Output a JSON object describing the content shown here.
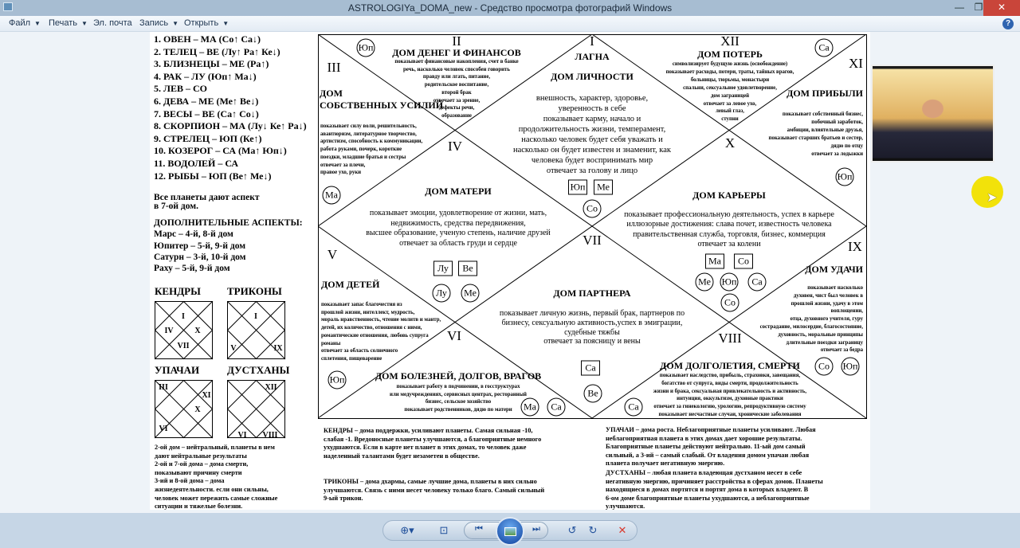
{
  "window": {
    "title": "ASTROLOGIYa_DOMA_new - Средство просмотра фотографий Windows",
    "minimize": "—",
    "maximize": "❐",
    "close": "✕",
    "help": "?"
  },
  "menu": [
    {
      "label": "Файл",
      "dropdown": true
    },
    {
      "label": "Печать",
      "dropdown": true
    },
    {
      "label": "Эл. почта",
      "dropdown": false
    },
    {
      "label": "Запись",
      "dropdown": true
    },
    {
      "label": "Открыть",
      "dropdown": true
    }
  ],
  "signs": [
    "1. ОВЕН   –    МА (Со↑ Са↓)",
    "2. ТЕЛЕЦ   –    ВЕ (Лу↑ Ра↑ Ке↓)",
    "3. БЛИЗНЕЦЫ – МЕ (Ра↑)",
    "4. РАК   –    ЛУ (Юп↑ Ма↓)",
    "5. ЛЕВ   –    СО",
    "6. ДЕВА –    МЕ (Ме↑ Ве↓)",
    "7. ВЕСЫ    – ВЕ (Са↑ Со↓)",
    "8. СКОРПИОН  – МА (Лу↓ Ке↑ Ра↓)",
    "9. СТРЕЛЕЦ    – ЮП (Ке↑)",
    "10. КОЗЕРОГ   – СА (Ма↑ Юп↓)",
    "11. ВОДОЛЕЙ  – СА",
    "12. РЫБЫ     – ЮП (Ве↑ Ме↓)"
  ],
  "aspects": {
    "all": [
      "Все планеты дают аспект",
      "в 7-ой дом."
    ],
    "extra_title": "ДОПОЛНИТЕЛЬНЫЕ АСПЕКТЫ:",
    "extra": [
      "Марс – 4-й, 8-й дом",
      "Юпитер – 5-й, 9-й дом",
      "Сатурн – 3-й, 10-й дом",
      "Раху – 5-й, 9-й дом"
    ]
  },
  "mini_charts": [
    {
      "title": "КЕНДРЫ",
      "labels": [
        "I",
        "IV",
        "X",
        "VII"
      ]
    },
    {
      "title": "ТРИКОНЫ",
      "labels": [
        "I",
        "V",
        "IX"
      ]
    },
    {
      "title": "УПАЧАИ",
      "labels": [
        "III",
        "XI",
        "X",
        "VI"
      ]
    },
    {
      "title": "ДУСТХАНЫ",
      "labels": [
        "XII",
        "VI",
        "VIII"
      ]
    }
  ],
  "left_notes": [
    "2-ой дом – нейтральный, планеты в нем",
    "дают нейтральные результаты",
    "2-ой и 7-ой дома – дома смерти,",
    "показывают причину смерти",
    "3-ий и 8-ой дома – дома",
    "жизнедеятельности. если они сильны,",
    "человек может пережить самые сложные",
    "ситуации и тяжелые болезни."
  ],
  "houses": [
    {
      "id": "I",
      "numeral": "I",
      "titles": [
        "ЛАГНА",
        "ДОМ ЛИЧНОСТИ"
      ],
      "desc": [
        "внешность, характер, здоровье,",
        "уверенность в себе",
        "показывает карму, начало и",
        "продолжительность жизни, темперамент,",
        "насколько человек будет себя уважать и",
        "насколько он будет известен и знаменит, как",
        "человека будет воспринимать мир",
        "отвечает за голову и лицо"
      ],
      "planets": [
        {
          "name": "Юп",
          "shape": "box"
        },
        {
          "name": "Ме",
          "shape": "box"
        },
        {
          "name": "Со",
          "shape": "circle"
        }
      ]
    },
    {
      "id": "II",
      "numeral": "II",
      "titles": [
        "ДОМ ДЕНЕГ И ФИНАНСОВ"
      ],
      "desc": [
        "показывает финансовые накопления, счет в банке",
        "речь, насколько человек способен говорить",
        "правду или лгать, питание,",
        "родительское воспитание,",
        "второй брак",
        "отвечает за зрение,",
        "дефекты речи,",
        "образование"
      ],
      "planets": [
        {
          "name": "Юп",
          "shape": "circle"
        }
      ]
    },
    {
      "id": "III",
      "numeral": "III",
      "titles": [
        "ДОМ",
        "СОБСТВЕННЫХ УСИЛИЙ"
      ],
      "desc": [
        "показывает силу воли, решительность,",
        "авантюризм, литературное творчество,",
        "артистизм, способность к коммуникации,",
        "работа руками, почерк, короткие",
        "поездки, младшие братья и сестры",
        "отвечает за плечи,",
        "правое ухо, руки"
      ],
      "planets": [
        {
          "name": "Ма",
          "shape": "circle"
        }
      ]
    },
    {
      "id": "IV",
      "numeral": "IV",
      "titles": [
        "ДОМ МАТЕРИ"
      ],
      "desc": [
        "показывает эмоции, удовлетворение от жизни, мать,",
        "недвижимость, средства передвижения,",
        "высшее образование, ученую степень, наличие друзей",
        "отвечает за область груди и сердце"
      ],
      "planets": [
        {
          "name": "Лу",
          "shape": "box"
        },
        {
          "name": "Ве",
          "shape": "box"
        },
        {
          "name": "Лу",
          "shape": "circle"
        },
        {
          "name": "Ме",
          "shape": "circle"
        }
      ]
    },
    {
      "id": "V",
      "numeral": "V",
      "titles": [
        "ДОМ ДЕТЕЙ"
      ],
      "desc": [
        "показывает запас благочестия из",
        "прошлой жизни, интеллект, мудрость,",
        "мораль нравственность, чтение молитв и мантр,",
        "детей, их количество, отношения с ними,",
        "романтические отношения, любовь супруга",
        "романы",
        "отвечает за область солнечного",
        "сплетения, пищеварение"
      ],
      "planets": [
        {
          "name": "Юп",
          "shape": "circle"
        }
      ]
    },
    {
      "id": "VI",
      "numeral": "VI",
      "titles": [
        "ДОМ БОЛЕЗНЕЙ, ДОЛГОВ, ВРАГОВ"
      ],
      "desc": [
        "показывает работу в подчинении, в госструктурах",
        "или медучреждениях, сервисных центрах, ресторанный",
        "бизнес, сельское хозяйство",
        "показывает родственников, дядю по матери"
      ],
      "planets": [
        {
          "name": "Ма",
          "shape": "circle"
        },
        {
          "name": "Са",
          "shape": "circle"
        }
      ]
    },
    {
      "id": "VII",
      "numeral": "VII",
      "titles": [
        "ДОМ ПАРТНЕРА"
      ],
      "desc": [
        "показывает личную жизнь, первый брак, партнеров по",
        "бизнесу, сексуальную активность,успех в эмиграции,",
        "судебные тяжбы",
        "отвечает за поясницу и вены"
      ],
      "planets": [
        {
          "name": "Са",
          "shape": "box"
        },
        {
          "name": "Ве",
          "shape": "circle"
        }
      ]
    },
    {
      "id": "VIII",
      "numeral": "VIII",
      "titles": [
        "ДОМ ДОЛГОЛЕТИЯ, СМЕРТИ"
      ],
      "desc": [
        "показывает наследство, прибыль, страховки, завещания,",
        "богатство от супруга,  виды смерти, продолжительность",
        "жизни и брака, сексуальная привлекательность и активность,",
        "интуиция, оккультизм, духовные практики",
        "отвечает за гинекологию, урологию, репродуктивную систему",
        "показывает несчастные случаи, хронические заболевания"
      ],
      "planets": [
        {
          "name": "Са",
          "shape": "circle"
        }
      ]
    },
    {
      "id": "IX",
      "numeral": "IX",
      "titles": [
        "ДОМ УДАЧИ"
      ],
      "desc": [
        "показывает насколько",
        "духовен, чист был человек в",
        "прошлой жизни, удачу в этом",
        "воплощении,",
        "отца, духовного учителя, гуру",
        "сострадание, милосердие, благосостояние,",
        "духовность, моральные принципы",
        "длительные поездки заграницу",
        "отвечает за бедра"
      ],
      "planets": [
        {
          "name": "Со",
          "shape": "circle"
        },
        {
          "name": "Юп",
          "shape": "circle"
        }
      ]
    },
    {
      "id": "X",
      "numeral": "X",
      "titles": [
        "ДОМ КАРЬЕРЫ"
      ],
      "desc": [
        "показывает профессиональную деятельность, успех в карьере",
        "иллюзорные достижения: слава почет, известность человека",
        "правительственная служба, торговля, бизнес, коммерция",
        "отвечает за колени"
      ],
      "planets": [
        {
          "name": "Ма",
          "shape": "box"
        },
        {
          "name": "Со",
          "shape": "box"
        },
        {
          "name": "Ме",
          "shape": "circle"
        },
        {
          "name": "Юп",
          "shape": "circle"
        },
        {
          "name": "Са",
          "shape": "circle"
        },
        {
          "name": "Со",
          "shape": "circle"
        }
      ]
    },
    {
      "id": "XI",
      "numeral": "XI",
      "titles": [
        "ДОМ ПРИБЫЛИ"
      ],
      "desc": [
        "показывает собственный бизнес,",
        "побочный заработок,",
        "амбиции, влиятельные друзья,",
        "показывает старших братьев и сестер,",
        "дядю по отцу",
        "отвечает за лодыжки"
      ],
      "planets": [
        {
          "name": "Юп",
          "shape": "circle"
        }
      ]
    },
    {
      "id": "XII",
      "numeral": "XII",
      "titles": [
        "ДОМ ПОТЕРЬ"
      ],
      "desc": [
        "символизирует будущую жизнь (освобождение)",
        "показывает расходы, потери, траты, тайных врагов,",
        "больницы, тюрьмы, монастыри",
        "спальни, сексуальное удовлетворение,",
        "дом заграницей",
        "отвечает за левое ухо,",
        "левый глаз,",
        "ступни"
      ],
      "planets": [
        {
          "name": "Са",
          "shape": "circle"
        }
      ]
    }
  ],
  "bottom_notes": {
    "kendry": [
      "КЕНДРЫ – дома поддержки, усиливают планеты. Самая сильная -10,",
      "слабая -1. Вредоносные планеты улучшаются, а благоприятные немного",
      "ухудшаются. Если в карте нет планет в этих домах, то человек даже",
      "наделенный талантами будет незаметен в обществе."
    ],
    "trikony": [
      "ТРИКОНЫ – дома дхармы, самые лучшие дома, планеты в них сильно",
      "улучшаются. Связь с ними несет человеку только благо. Самый сильный",
      "9-ый трикон."
    ],
    "upachai": [
      "УПАЧАИ – дома роста. Неблагоприятные планеты усиливают. Любая",
      "неблагоприятная планета в этих домах дает хорошие результаты.",
      "Благоприятные планеты действуют нейтрально. 11-ый дом самый",
      "сильный, а 3-ий – самый слабый. От владения домом упачаи любая",
      "планета получает негативную энергию."
    ],
    "dusthany": [
      "ДУСТХАНЫ – любая планета владеющая дустханом несет в себе",
      "негативную энергию, причиняет расстройства в сферах домов. Планеты",
      "находящиеся в домах портятся и портят дома в которых владеют. В",
      "6-ом доме благоприятные планеты ухудшаются, а неблагоприятные",
      "улучшаются."
    ]
  },
  "toolbar": {
    "zoom": "⊕▾",
    "fit": "⊡",
    "prev": "⏮",
    "next": "⏭",
    "rotate_left": "↺",
    "rotate_right": "↻",
    "delete": "✕"
  },
  "colors": {
    "titlebar": "#a7bdd2",
    "close": "#c9453a",
    "delete": "#d9382c",
    "accent": "#1f4f9a"
  }
}
